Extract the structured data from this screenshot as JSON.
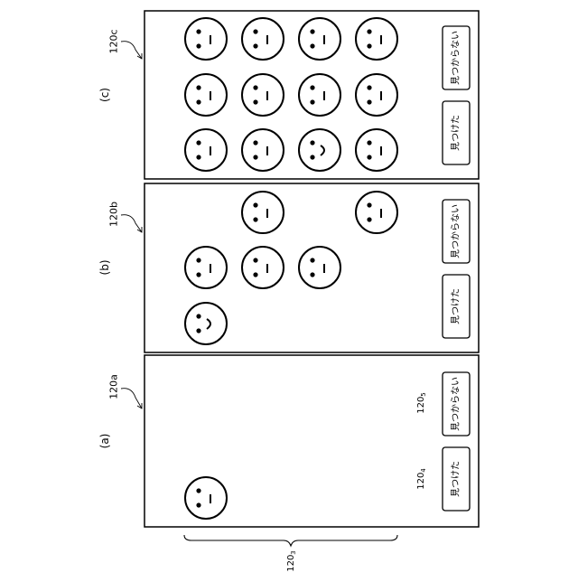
{
  "panels": [
    {
      "label": "(a)",
      "ref": "120a",
      "faces": [
        "neutral"
      ],
      "buttons": [
        {
          "label": "見つけた",
          "ref": "120",
          "ref_sub": "4"
        },
        {
          "label": "見つからない",
          "ref": "120",
          "ref_sub": "5"
        }
      ]
    },
    {
      "label": "(b)",
      "ref": "120b",
      "faces": [
        "smile",
        "neutral",
        "neutral",
        "neutral",
        "neutral",
        "neutral"
      ],
      "buttons": [
        {
          "label": "見つけた"
        },
        {
          "label": "見つからない"
        }
      ]
    },
    {
      "label": "(c)",
      "ref": "120c",
      "faces": [
        "neutral",
        "neutral",
        "neutral",
        "neutral",
        "neutral",
        "neutral",
        "smile",
        "neutral",
        "neutral",
        "neutral",
        "neutral",
        "neutral"
      ],
      "buttons": [
        {
          "label": "見つけた"
        },
        {
          "label": "見つからない"
        }
      ]
    }
  ],
  "brace_label": {
    "base": "120",
    "sub": "3"
  }
}
